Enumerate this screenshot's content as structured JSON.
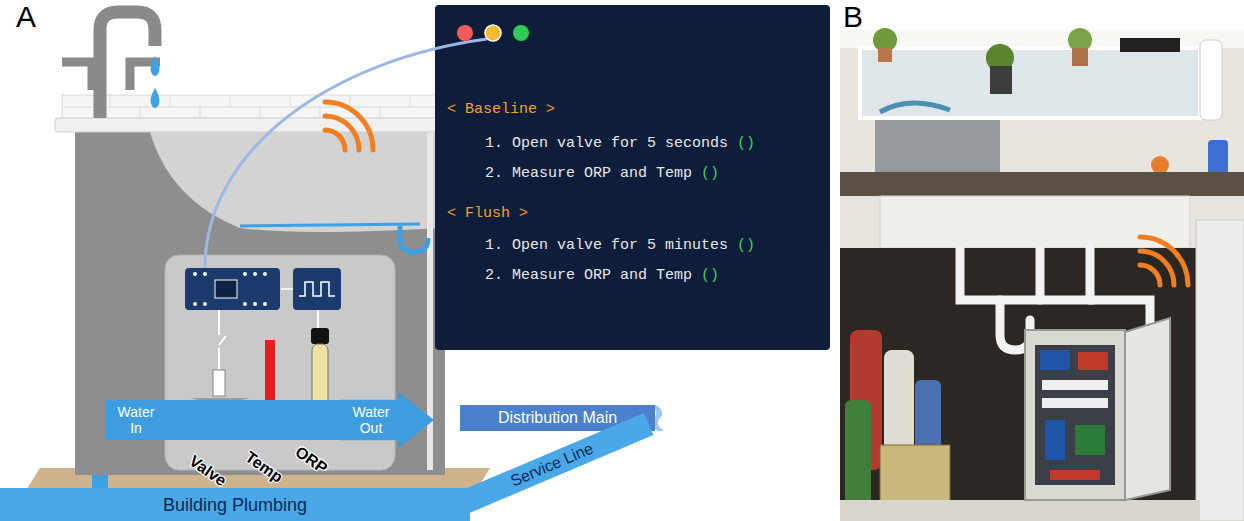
{
  "diagram": {
    "nodes": [
      {
        "text": [
          "< Baseline >",
          "1. Open valve for 5 seconds",
          "()",
          "2. Measure ORP and Temp",
          "()",
          "< Flush >",
          "1. Open valve for 5 minutes",
          "()",
          "2. Measure ORP and Temp",
          "()"
        ]
      },
      {
        "text": [
          "Water In"
        ]
      },
      {
        "text": [
          "Water Out"
        ]
      },
      {
        "text": [
          "Distribution Main"
        ]
      },
      {
        "text": [
          "Building Plumbing"
        ]
      },
      {
        "text": [
          "Service Line"
        ]
      }
    ],
    "labels": [
      "A",
      "Valve",
      "Temp",
      "ORP",
      "B"
    ]
  }
}
